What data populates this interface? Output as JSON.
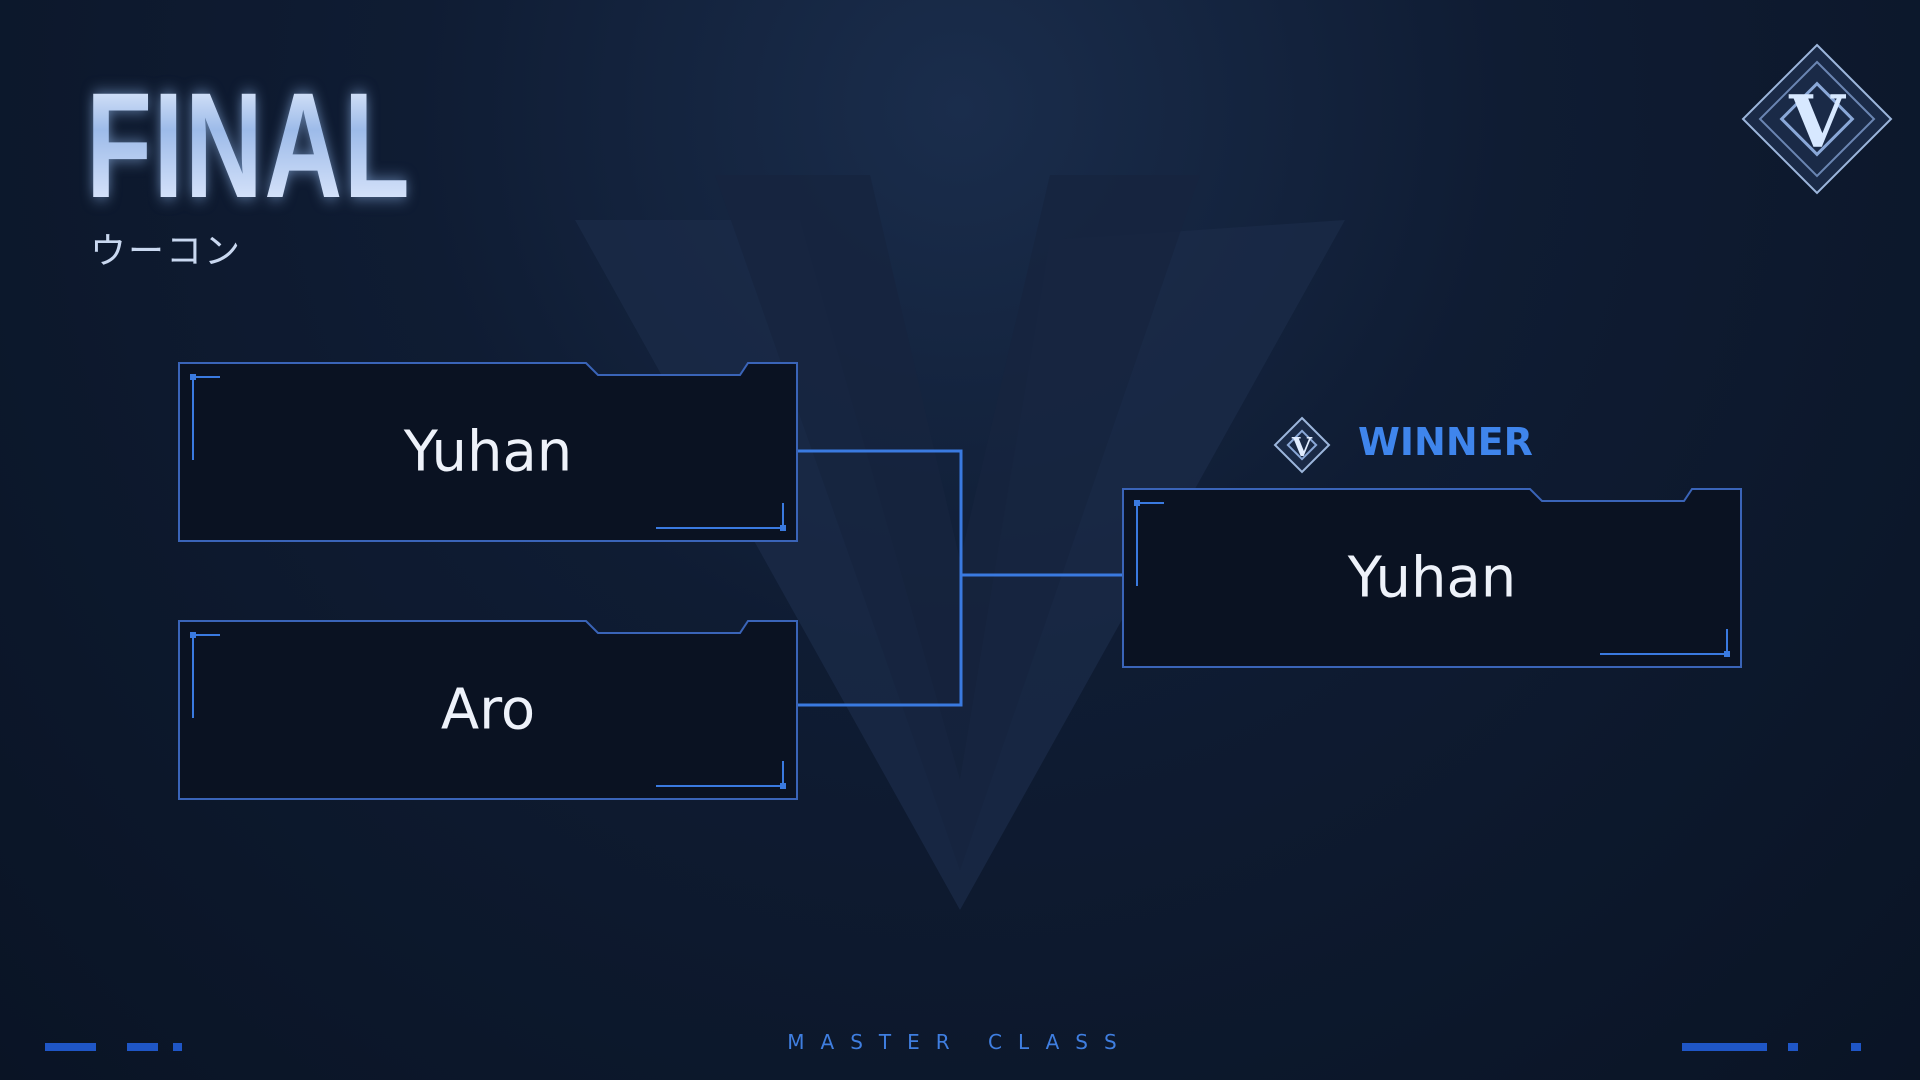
{
  "header": {
    "title": "FINAL",
    "subtitle": "ウーコン"
  },
  "bracket": {
    "semifinal": [
      {
        "name": "Yuhan"
      },
      {
        "name": "Aro"
      }
    ],
    "winner_label": "WINNER",
    "winner": {
      "name": "Yuhan"
    }
  },
  "footer": {
    "text": "MASTER CLASS"
  },
  "colors": {
    "accent": "#3f85ec",
    "border": "#3a64b8",
    "background": "#0f1c33"
  },
  "icons": {
    "logo": "v-diamond-logo-icon",
    "winner": "v-diamond-icon"
  }
}
